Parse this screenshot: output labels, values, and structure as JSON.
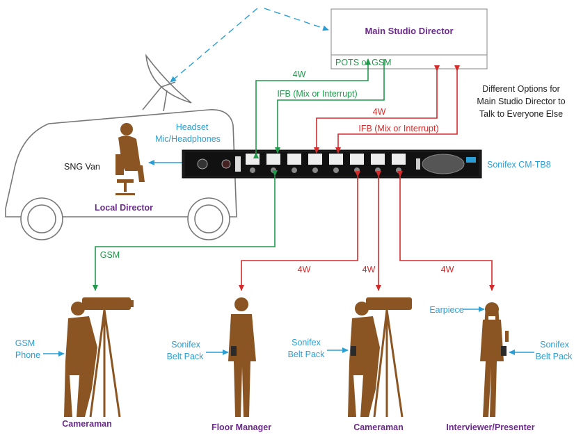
{
  "studio": {
    "title": "Main Studio Director",
    "pots": "POTS or GSM",
    "options": [
      "Different Options for",
      "Main Studio Director to",
      "Talk to Everyone Else"
    ]
  },
  "van": {
    "label": "SNG Van",
    "headset": [
      "Headset",
      "Mic/Headphones"
    ],
    "director": "Local Director"
  },
  "device": {
    "label": "Sonifex CM-TB8"
  },
  "links": {
    "green_4w": "4W",
    "green_ifb": "IFB (Mix or Interrupt)",
    "red_4w": "4W",
    "red_ifb": "IFB (Mix or Interrupt)",
    "gsm": "GSM",
    "fm_4w": "4W",
    "cam2_4w": "4W",
    "int_4w": "4W"
  },
  "people": {
    "cam1": {
      "name": "Cameraman",
      "device": [
        "GSM",
        "Phone"
      ]
    },
    "floor": {
      "name": "Floor Manager",
      "device": [
        "Sonifex",
        "Belt Pack"
      ]
    },
    "cam2": {
      "name": "Cameraman",
      "device": [
        "Sonifex",
        "Belt Pack"
      ]
    },
    "interviewer": {
      "name": "Interviewer/Presenter",
      "earpiece": "Earpiece",
      "device": [
        "Sonifex",
        "Belt Pack"
      ]
    }
  },
  "colors": {
    "blue": "#2a9fd6",
    "green": "#1e9a4a",
    "red": "#d42a2a",
    "purple": "#6a2b8a",
    "silhouette": "#8a5522"
  }
}
